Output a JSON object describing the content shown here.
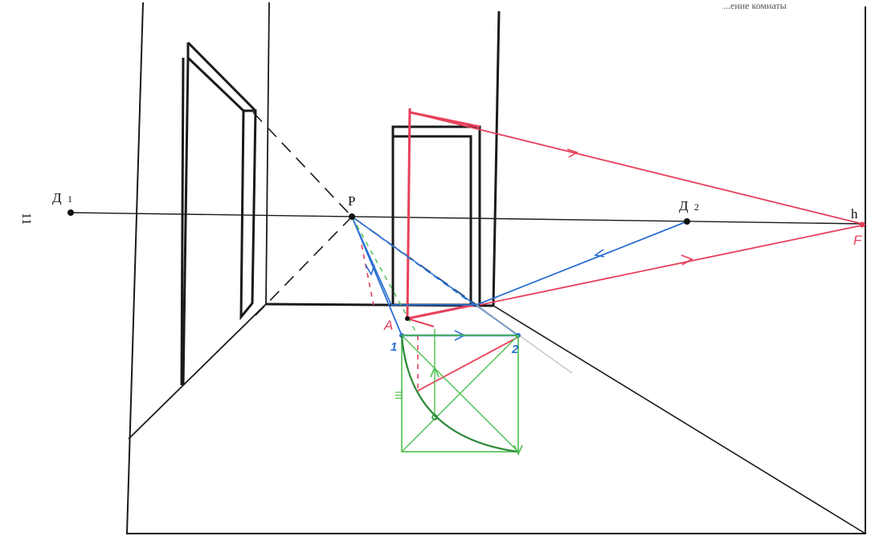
{
  "caption": "...ение комнаты",
  "page_number": "11",
  "labels": {
    "d1": "Д",
    "d1_sub": "1",
    "d2": "Д",
    "d2_sub": "2",
    "p": "P",
    "h": "h",
    "f": "F",
    "a": "A",
    "one": "1",
    "two": "2",
    "roman_three": "III"
  },
  "colors": {
    "construction_black": "#1a1a1a",
    "red_construction": "#e8405a",
    "blue_construction": "#2a6fd1",
    "green_construction": "#4cbf4c",
    "green_arc": "#2f8a3a"
  }
}
